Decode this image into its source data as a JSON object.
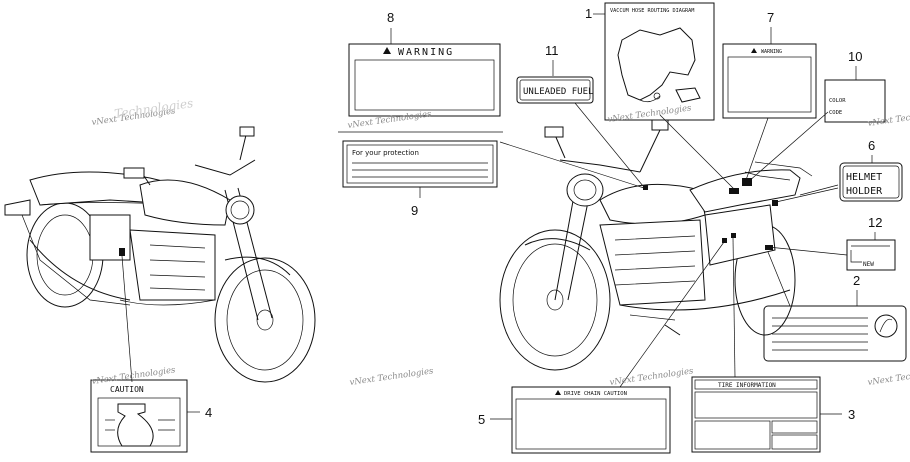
{
  "labels": {
    "warning_top": "WARNING",
    "warning_small": "WARNING",
    "vacuum_diagram": "VACCUM HOSE ROUTING DIAGRAM",
    "unleaded_fuel": "UNLEADED FUEL",
    "color": "COLOR",
    "code": "CODE",
    "helmet": "HELMET",
    "holder": "HOLDER",
    "new": "NEW",
    "protection": "For your protection",
    "drive_chain": "DRIVE CHAIN CAUTION",
    "tire_info": "TIRE INFORMATION",
    "caution": "CAUTION"
  },
  "callouts": {
    "n1": "1",
    "n2": "2",
    "n3": "3",
    "n4": "4",
    "n5": "5",
    "n6": "6",
    "n7": "7",
    "n8": "8",
    "n9": "9",
    "n10": "10",
    "n11": "11",
    "n12": "12"
  },
  "watermark": {
    "text": "vNext Technologies",
    "text_alt": "Technologies"
  }
}
